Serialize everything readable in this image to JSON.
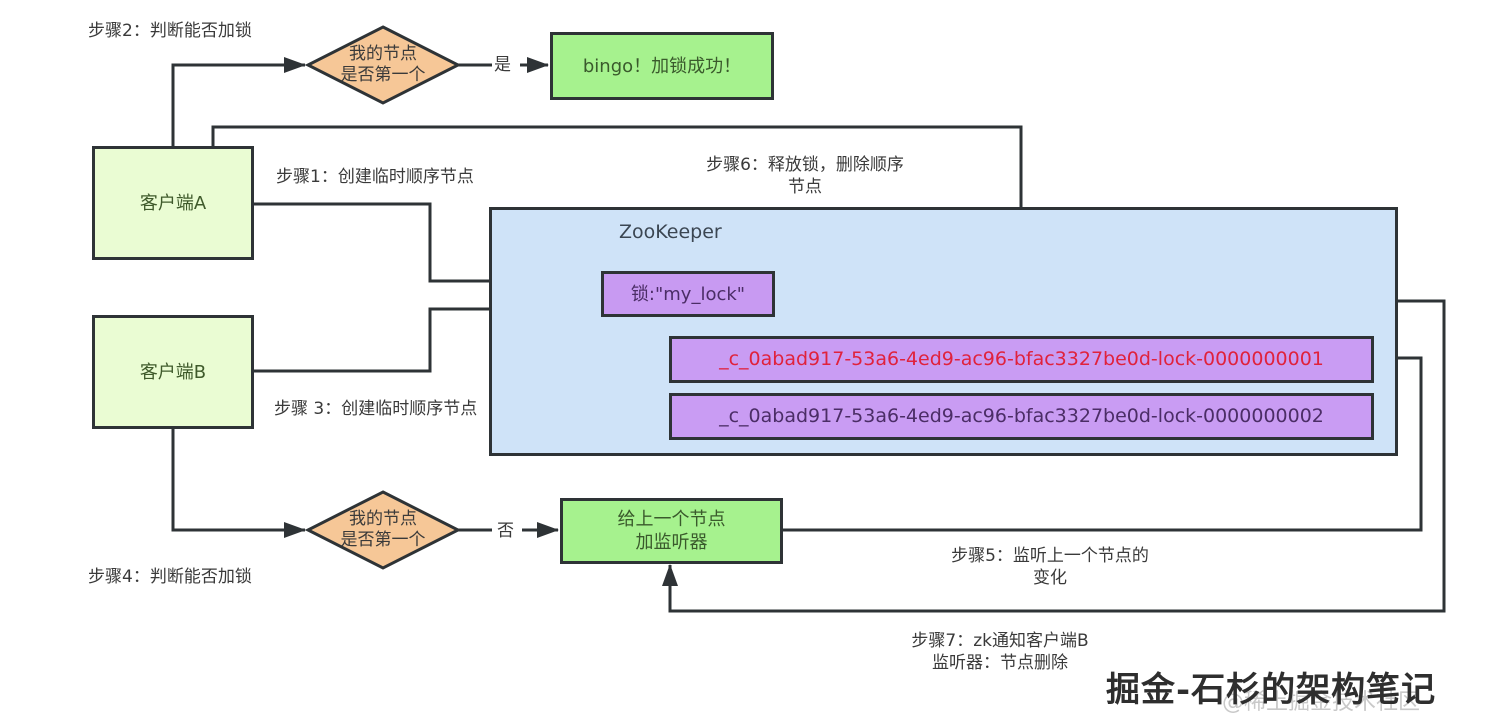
{
  "diagram": {
    "title": "ZooKeeper distributed lock flow",
    "clients": {
      "a": "客户端A",
      "b": "客户端B"
    },
    "zookeeper": {
      "title": "ZooKeeper",
      "lock_node": "锁:\"my_lock\"",
      "seq_nodes": [
        {
          "label": "_c_0abad917-53a6-4ed9-ac96-bfac3327be0d-lock-0000000001",
          "highlighted": true
        },
        {
          "label": "_c_0abad917-53a6-4ed9-ac96-bfac3327be0d-lock-0000000002",
          "highlighted": false
        }
      ]
    },
    "decisions": {
      "top": {
        "line1": "我的节点",
        "line2": "是否第一个",
        "branch": "是"
      },
      "bottom": {
        "line1": "我的节点",
        "line2": "是否第一个",
        "branch": "否"
      }
    },
    "results": {
      "success": "bingo！加锁成功！",
      "listener_line1": "给上一个节点",
      "listener_line2": "加监听器"
    },
    "steps": {
      "step1": "步骤1：创建临时顺序节点",
      "step2": "步骤2：判断能否加锁",
      "step3": "步骤 3：创建临时顺序节点",
      "step4": "步骤4：判断能否加锁",
      "step5_line1": "步骤5：监听上一个节点的",
      "step5_line2": "变化",
      "step6_line1": "步骤6：释放锁，删除顺序",
      "step6_line2": "节点",
      "step7_line1": "步骤7：zk通知客户端B",
      "step7_line2": "监听器：节点删除"
    },
    "watermark": "掘金-石杉的架构笔记",
    "watermark_sub": "@稀土掘金技术社区"
  },
  "colors": {
    "client_fill": "#eafcd3",
    "green_fill": "#a6f28e",
    "decision_fill": "#f6c797",
    "zookeeper_fill": "#cfe3f8",
    "node_fill": "#c99cf3",
    "highlight_text": "#e0223c",
    "stroke": "#2e3336"
  }
}
